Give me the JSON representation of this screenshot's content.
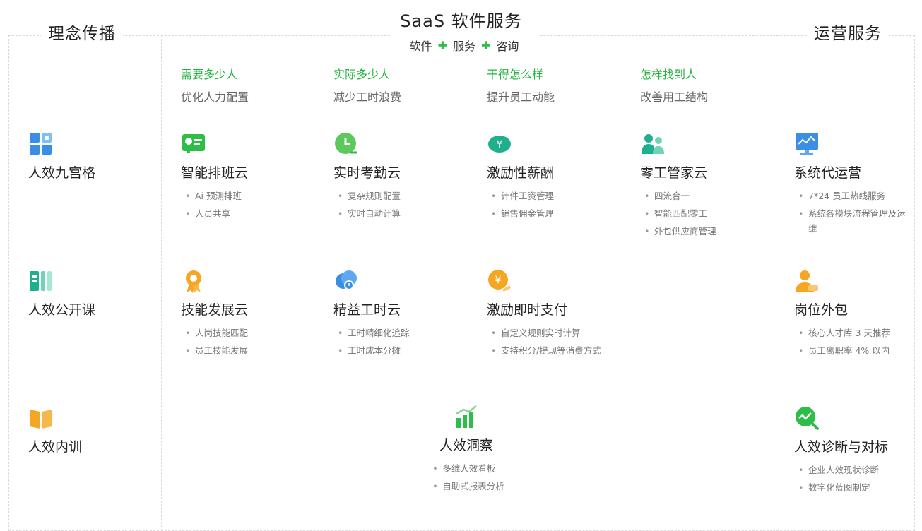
{
  "sections": {
    "left_title": "理念传播",
    "mid_title": "SaaS 软件服务",
    "mid_sub": [
      "软件",
      "服务",
      "咨询"
    ],
    "right_title": "运营服务"
  },
  "questions": [
    {
      "heading": "需要多少人",
      "sub": "优化人力配置"
    },
    {
      "heading": "实际多少人",
      "sub": "减少工时浪费"
    },
    {
      "heading": "干得怎么样",
      "sub": "提升员工动能"
    },
    {
      "heading": "怎样找到人",
      "sub": "改善用工结构"
    }
  ],
  "left_items": [
    {
      "title": "人效九宫格",
      "icon": "grid-icon"
    },
    {
      "title": "人效公开课",
      "icon": "course-icon"
    },
    {
      "title": "人效内训",
      "icon": "book-icon"
    }
  ],
  "products": [
    {
      "title": "智能排班云",
      "icon": "schedule-card-icon",
      "bullets": [
        "Ai 预测排班",
        "人员共享"
      ]
    },
    {
      "title": "实时考勤云",
      "icon": "clock-icon",
      "bullets": [
        "复杂规则配置",
        "实时自动计算"
      ]
    },
    {
      "title": "激励性薪酬",
      "icon": "yen-coin-icon",
      "bullets": [
        "计件工资管理",
        "销售佣金管理"
      ]
    },
    {
      "title": "零工管家云",
      "icon": "people-icon",
      "bullets": [
        "四流合一",
        "智能匹配零工",
        "外包供应商管理"
      ]
    },
    {
      "title": "技能发展云",
      "icon": "medal-icon",
      "bullets": [
        "人岗技能匹配",
        "员工技能发展"
      ]
    },
    {
      "title": "精益工时云",
      "icon": "cloud-clock-icon",
      "bullets": [
        "工时精细化追踪",
        "工时成本分摊"
      ]
    },
    {
      "title": "激励即时支付",
      "icon": "yen-pay-icon",
      "bullets": [
        "自定义规则实时计算",
        "支持积分/提现等消费方式"
      ]
    },
    {
      "title": "人效洞察",
      "icon": "bar-chart-icon",
      "bullets": [
        "多维人效看板",
        "自助式报表分析"
      ]
    }
  ],
  "right_items": [
    {
      "title": "系统代运营",
      "icon": "monitor-icon",
      "bullets": [
        "7*24 员工热线服务",
        "系统各模块流程管理及运维"
      ]
    },
    {
      "title": "岗位外包",
      "icon": "worker-icon",
      "bullets": [
        "核心人才库 3 天推荐",
        "员工离职率 4% 以内"
      ]
    },
    {
      "title": "人效诊断与对标",
      "icon": "diagnosis-icon",
      "bullets": [
        "企业人效现状诊断",
        "数字化蓝图制定"
      ]
    }
  ],
  "colors": {
    "accent_green": "#24b33f",
    "icon_blue": "#3a8ee6",
    "icon_orange": "#f5a623"
  }
}
